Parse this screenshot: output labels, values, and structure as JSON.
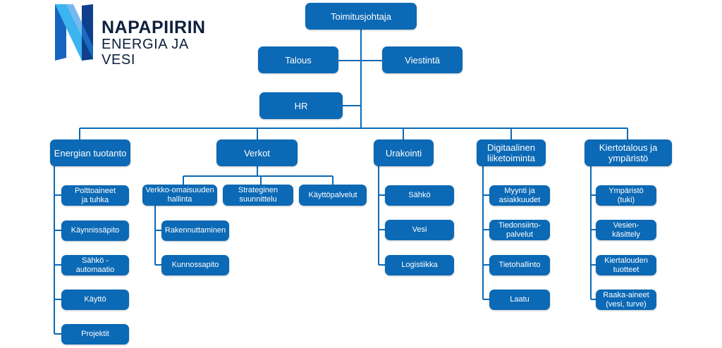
{
  "logo": {
    "line1": "NAPAPIIRIN",
    "line2": "ENERGIA JA VESI",
    "colors": {
      "dark": "#0d1f3c",
      "blue": "#1565c0",
      "light": "#3bb4f0"
    }
  },
  "colors": {
    "box": "#0b69b5",
    "line": "#0b69b5",
    "text": "#ffffff"
  },
  "top": {
    "ceo": "Toimitusjohtaja",
    "finance": "Talous",
    "communications": "Viestintä",
    "hr": "HR"
  },
  "departments": [
    {
      "label": "Energian tuotanto",
      "items": [
        "Polttoaineet\nja tuhka",
        "Käynnissäpito",
        "Sähkö -\nautomaatio",
        "Käyttö",
        "Projektit"
      ]
    },
    {
      "label": "Verkot",
      "groups": [
        {
          "label": "Verkko-omaisuuden\nhallinta",
          "items": [
            "Rakennuttaminen",
            "Kunnossapito"
          ]
        },
        {
          "label": "Strateginen\nsuunnittelu",
          "items": []
        },
        {
          "label": "Käyttöpalvelut",
          "items": []
        }
      ]
    },
    {
      "label": "Urakointi",
      "items": [
        "Sähkö",
        "Vesi",
        "Logistiikka"
      ]
    },
    {
      "label": "Digitaalinen\nliiketoiminta",
      "items": [
        "Myynti ja\nasiakkuudet",
        "Tiedonsiirto-\npalvelut",
        "Tietohallinto",
        "Laatu"
      ]
    },
    {
      "label": "Kiertotalous ja\nympäristö",
      "items": [
        "Ympäristö\n(tuki)",
        "Vesien-\nkäsittely",
        "Kiertalouden\ntuotteet",
        "Raaka-aineet\n(vesi, turve)"
      ]
    }
  ]
}
